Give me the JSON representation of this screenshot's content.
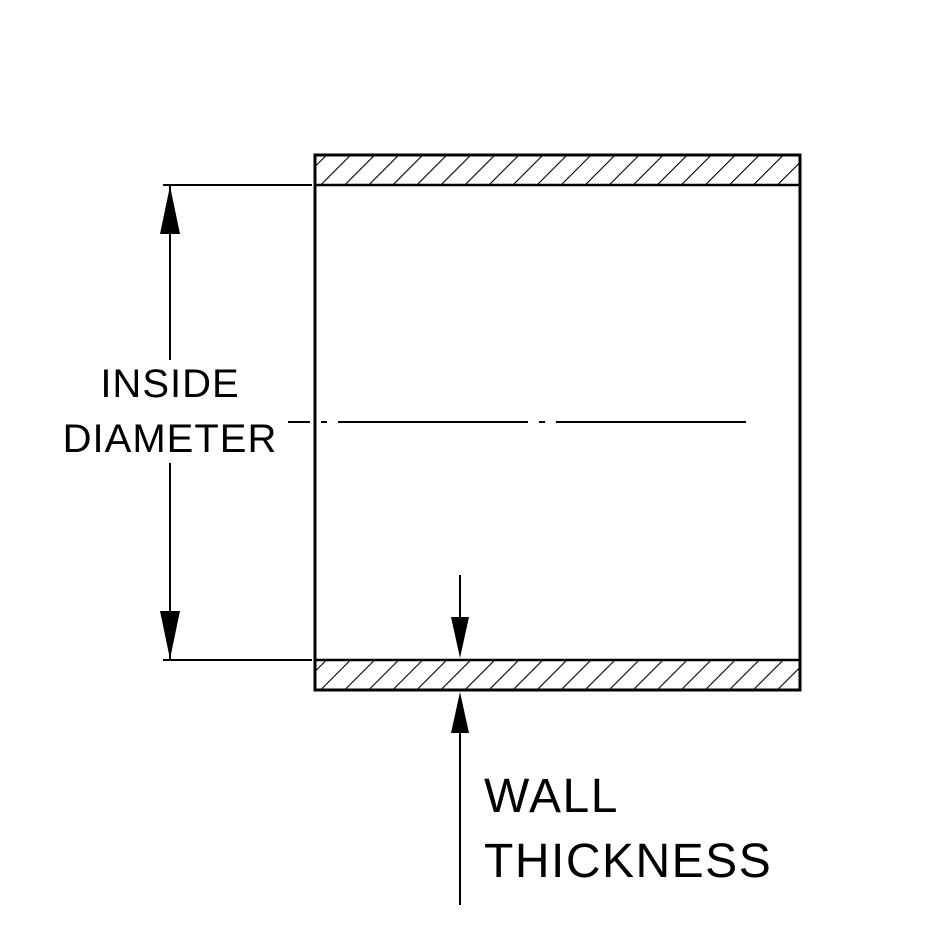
{
  "diagram": {
    "background_color": "#ffffff",
    "line_color": "#000000",
    "labels": {
      "inside_diameter": {
        "line1": "INSIDE",
        "line2": "DIAMETER"
      },
      "wall_thickness": {
        "line1": "WALL",
        "line2": "THICKNESS"
      }
    }
  }
}
